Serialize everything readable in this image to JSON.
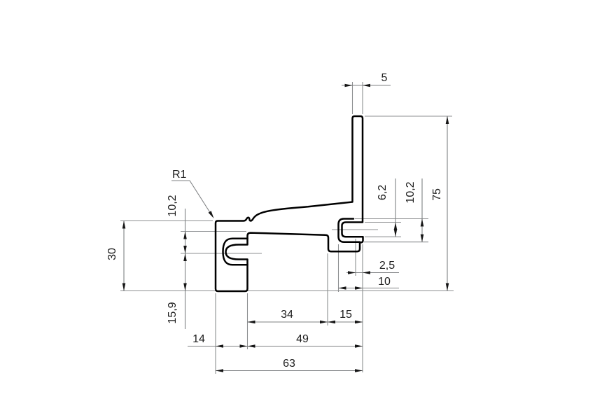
{
  "drawing": {
    "type": "technical-cross-section",
    "colors": {
      "background": "#ffffff",
      "profile_stroke": "#000000",
      "dimension_line": "#8d8f91",
      "text": "#1c1c1c"
    },
    "labels": {
      "fin_width": "5",
      "slot_gap": "6,2",
      "boss_height": "10,2",
      "overall_height": "75",
      "web_offset": "10,2",
      "block_height": "30",
      "bottom_offset": "15,9",
      "lip_depth": "2,5",
      "boss_depth": "10",
      "channel_width": "34",
      "step_width": "15",
      "block_width": "14",
      "mid_width": "49",
      "overall_width": "63",
      "corner_radius": "R1"
    }
  }
}
